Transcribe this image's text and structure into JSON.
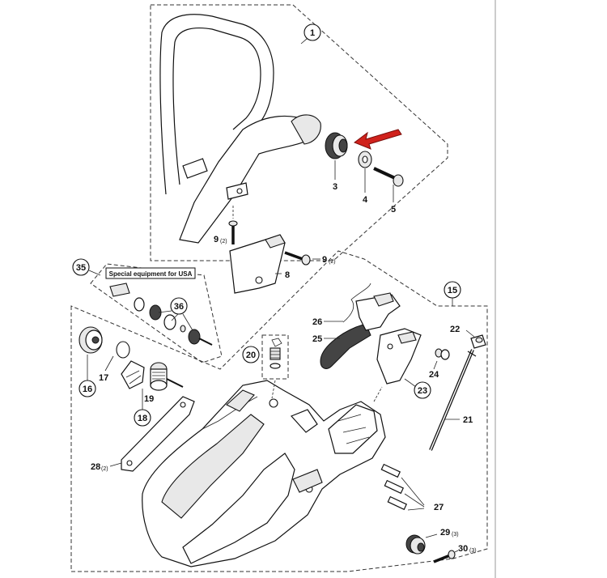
{
  "labels": {
    "l1": "1",
    "l3": "3",
    "l4": "4",
    "l5": "5",
    "l8": "8",
    "l9": "9",
    "l15": "15",
    "l16": "16",
    "l17": "17",
    "l18": "18",
    "l19": "19",
    "l20": "20",
    "l21": "21",
    "l22": "22",
    "l23": "23",
    "l24": "24",
    "l25": "25",
    "l26": "26",
    "l27": "27",
    "l28": "28",
    "l29": "29",
    "l30": "30",
    "l35": "35",
    "l36": "36"
  },
  "quantities": {
    "q2": "(2)",
    "q3": "(3)"
  },
  "special_equipment": "Special equipment for USA",
  "colors": {
    "arrow": "#d0221c",
    "line": "#111111"
  }
}
